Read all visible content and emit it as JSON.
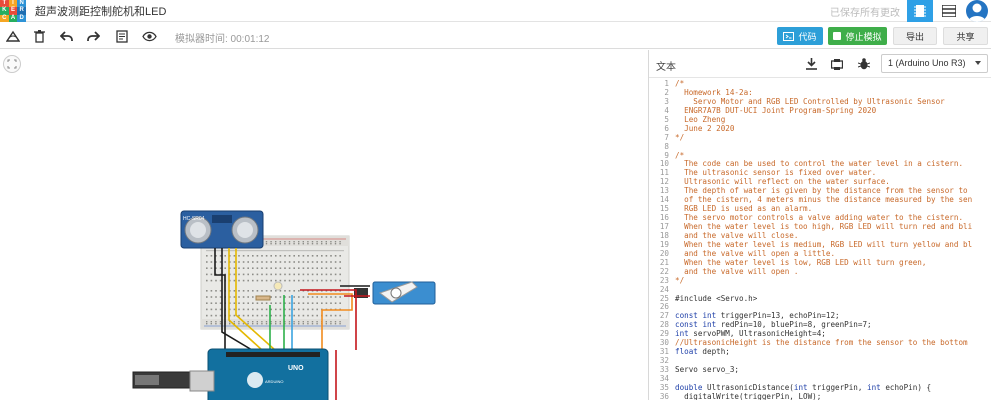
{
  "app": {
    "logo_letters": [
      "TIN",
      "KER",
      "CAD"
    ],
    "title": "超声波测距控制舵机和LED",
    "save_status": "已保存所有更改"
  },
  "toolbar": {
    "timer_label": "模拟器时间: 00:01:12",
    "code_label": "代码",
    "stop_label": "停止模拟",
    "export_label": "导出",
    "share_label": "共享"
  },
  "code_panel": {
    "title": "文本",
    "device_select": "1 (Arduino Uno R3)",
    "lines": [
      {
        "n": "1",
        "t": "/*",
        "cls": "c-comment"
      },
      {
        "n": "2",
        "t": "  Homework 14-2a:",
        "cls": "c-comment"
      },
      {
        "n": "3",
        "t": "    Servo Motor and RGB LED Controlled by Ultrasonic Sensor",
        "cls": "c-comment"
      },
      {
        "n": "4",
        "t": "  ENGR7A7B DUT-UCI Joint Program-Spring 2020",
        "cls": "c-comment"
      },
      {
        "n": "5",
        "t": "  Leo Zheng",
        "cls": "c-comment"
      },
      {
        "n": "6",
        "t": "  June 2 2020",
        "cls": "c-comment"
      },
      {
        "n": "7",
        "t": "*/",
        "cls": "c-comment"
      },
      {
        "n": "8",
        "t": "",
        "cls": ""
      },
      {
        "n": "9",
        "t": "/*",
        "cls": "c-comment"
      },
      {
        "n": "10",
        "t": "  The code can be used to control the water level in a cistern.",
        "cls": "c-comment"
      },
      {
        "n": "11",
        "t": "  The ultrasonic sensor is fixed over water.",
        "cls": "c-comment"
      },
      {
        "n": "12",
        "t": "  Ultrasonic will reflect on the water surface.",
        "cls": "c-comment"
      },
      {
        "n": "13",
        "t": "  The depth of water is given by the distance from the sensor to",
        "cls": "c-comment"
      },
      {
        "n": "14",
        "t": "  of the cistern, 4 meters minus the distance measured by the sen",
        "cls": "c-comment"
      },
      {
        "n": "15",
        "t": "  RGB LED is used as an alarm.",
        "cls": "c-comment"
      },
      {
        "n": "16",
        "t": "  The servo motor controls a valve adding water to the cistern.",
        "cls": "c-comment"
      },
      {
        "n": "17",
        "t": "  When the water level is too high, RGB LED will turn red and bli",
        "cls": "c-comment"
      },
      {
        "n": "18",
        "t": "  and the valve will close.",
        "cls": "c-comment"
      },
      {
        "n": "19",
        "t": "  When the water level is medium, RGB LED will turn yellow and bl",
        "cls": "c-comment"
      },
      {
        "n": "20",
        "t": "  and the valve will open a little.",
        "cls": "c-comment"
      },
      {
        "n": "21",
        "t": "  When the water level is low, RGB LED will turn green,",
        "cls": "c-comment"
      },
      {
        "n": "22",
        "t": "  and the valve will open .",
        "cls": "c-comment"
      },
      {
        "n": "23",
        "t": "*/",
        "cls": "c-comment"
      },
      {
        "n": "24",
        "t": "",
        "cls": ""
      },
      {
        "n": "25",
        "t": "#include <Servo.h>",
        "cls": ""
      },
      {
        "n": "26",
        "t": "",
        "cls": ""
      },
      {
        "n": "27",
        "t": "const int triggerPin=13, echoPin=12;",
        "cls": ""
      },
      {
        "n": "28",
        "t": "const int redPin=10, bluePin=8, greenPin=7;",
        "cls": ""
      },
      {
        "n": "29",
        "t": "int servoPWM, UltrasonicHeight=4;",
        "cls": ""
      },
      {
        "n": "30",
        "t": "//UltrasonicHeight is the distance from the sensor to the bottom",
        "cls": "c-comment"
      },
      {
        "n": "31",
        "t": "float depth;",
        "cls": ""
      },
      {
        "n": "32",
        "t": "",
        "cls": ""
      },
      {
        "n": "33",
        "t": "Servo servo_3;",
        "cls": ""
      },
      {
        "n": "34",
        "t": "",
        "cls": ""
      },
      {
        "n": "35",
        "t": "double UltrasonicDistance(int triggerPin, int echoPin) {",
        "cls": ""
      },
      {
        "n": "36",
        "t": "  digitalWrite(triggerPin, LOW);",
        "cls": ""
      }
    ]
  },
  "circuit": {
    "sensor_label": "HC-SR04",
    "board_label": "UNO",
    "board_brand": "ARDUINO"
  },
  "colors": {
    "code_button": "#2d9fd8",
    "stop_button": "#3fae4a",
    "comment": "#c8692a",
    "keyword": "#1e3fa8"
  }
}
